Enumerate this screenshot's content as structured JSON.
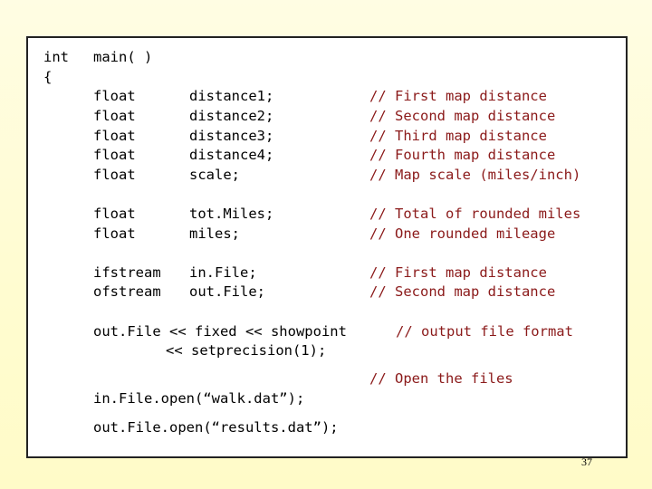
{
  "code": {
    "header": {
      "type": "int",
      "name": "main( )"
    },
    "open_brace": "{",
    "group1": {
      "types": [
        "float",
        "float",
        "float",
        "float",
        "float"
      ],
      "names": [
        "distance1;",
        "distance2;",
        "distance3;",
        "distance4;",
        "scale;"
      ],
      "comments": [
        "// First map distance",
        "// Second map distance",
        "// Third map distance",
        "// Fourth map distance",
        "// Map scale (miles/inch)"
      ]
    },
    "group2": {
      "types": [
        "float",
        "float"
      ],
      "names": [
        "tot.Miles;",
        "miles;"
      ],
      "comments": [
        "// Total of rounded miles",
        "// One rounded mileage"
      ]
    },
    "group3": {
      "types": [
        "ifstream",
        "ofstream"
      ],
      "names": [
        "in.File;",
        "out.File;"
      ],
      "comments": [
        "// First map distance",
        "// Second map distance"
      ]
    },
    "format_line1": "out.File << fixed << showpoint",
    "format_line2": "<< setprecision(1);",
    "format_comment": "// output file format",
    "open_comment": "// Open the files",
    "open_in": "in.File.open(“walk.dat”);",
    "open_out": "out.File.open(“results.dat”);"
  },
  "page_number": "37",
  "colors": {
    "comment": "#8b1a1a",
    "background": "#fffcd0",
    "code_text": "#000000"
  }
}
